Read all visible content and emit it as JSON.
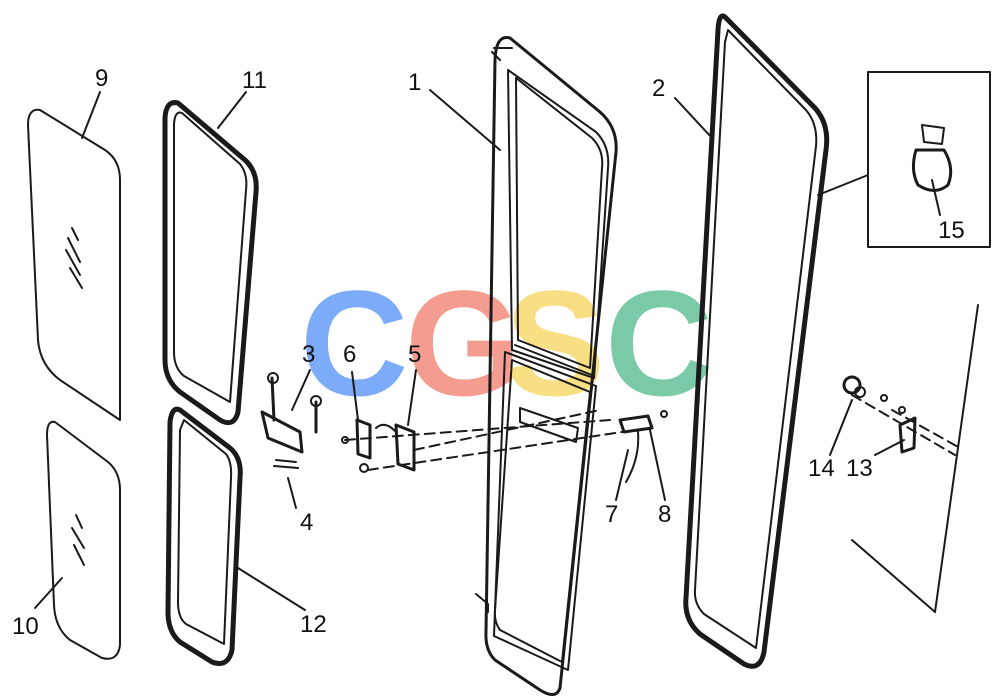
{
  "callouts": {
    "c1": "1",
    "c2": "2",
    "c3": "3",
    "c4": "4",
    "c5": "5",
    "c6": "6",
    "c7": "7",
    "c8": "8",
    "c9": "9",
    "c10": "10",
    "c11": "11",
    "c12": "12",
    "c13": "13",
    "c14": "14",
    "c15": "15"
  },
  "watermark": {
    "letters": [
      "C",
      "G",
      "S",
      "C"
    ],
    "colors": [
      "#4f8ff7",
      "#f07b6a",
      "#f8d55a",
      "#4fb98a"
    ]
  },
  "colors": {
    "ink": "#1a1a1a",
    "callout_3": "#1f4fb5",
    "callout_5": "#c0392b"
  }
}
